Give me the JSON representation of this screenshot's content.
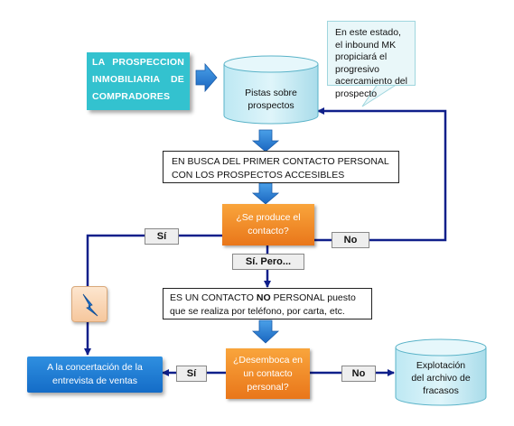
{
  "nodes": {
    "prospection": {
      "lines": [
        "LA PROSPECCION",
        "INMOBILIARIA DE",
        "COMPRADORES"
      ]
    },
    "callout": {
      "text": "En este estado, el inbound MK propiciará el progresivo acercamiento del prospecto"
    },
    "leads": {
      "lines": [
        "Pistas sobre",
        "prospectos"
      ]
    },
    "first_contact": {
      "lines": [
        "EN BUSCA DEL PRIMER CONTACTO PERSONAL",
        "CON LOS PROSPECTOS ACCESIBLES"
      ]
    },
    "contact_question": {
      "lines": [
        "¿Se produce el",
        "contacto?"
      ]
    },
    "impersonal_contact": {
      "line1_prefix": "ES UN CONTACTO ",
      "line1_bold": "NO",
      "line1_suffix": " PERSONAL puesto",
      "line2": "que se realiza por teléfono, por carta, etc."
    },
    "personal_question": {
      "lines": [
        "¿Desemboca en",
        "un contacto",
        "personal?"
      ]
    },
    "interview": {
      "lines": [
        "A la concertación de la",
        "entrevista de ventas"
      ]
    },
    "failures": {
      "lines": [
        "Explotación",
        "del archivo de",
        "fracasos"
      ]
    }
  },
  "edge_labels": {
    "yes_1": "Sí",
    "no_1": "No",
    "yes_but": "Sí. Pero...",
    "yes_2": "Sí",
    "no_2": "No"
  },
  "icons": [
    "right-arrow-icon",
    "down-arrow-icon",
    "lightning-icon"
  ],
  "colors": {
    "teal": "#33c2cf",
    "orange": "#f28e2b",
    "blue": "#1f7fd9",
    "navy_connector": "#0f1f8a",
    "cylinder": "#c4ecf6"
  }
}
